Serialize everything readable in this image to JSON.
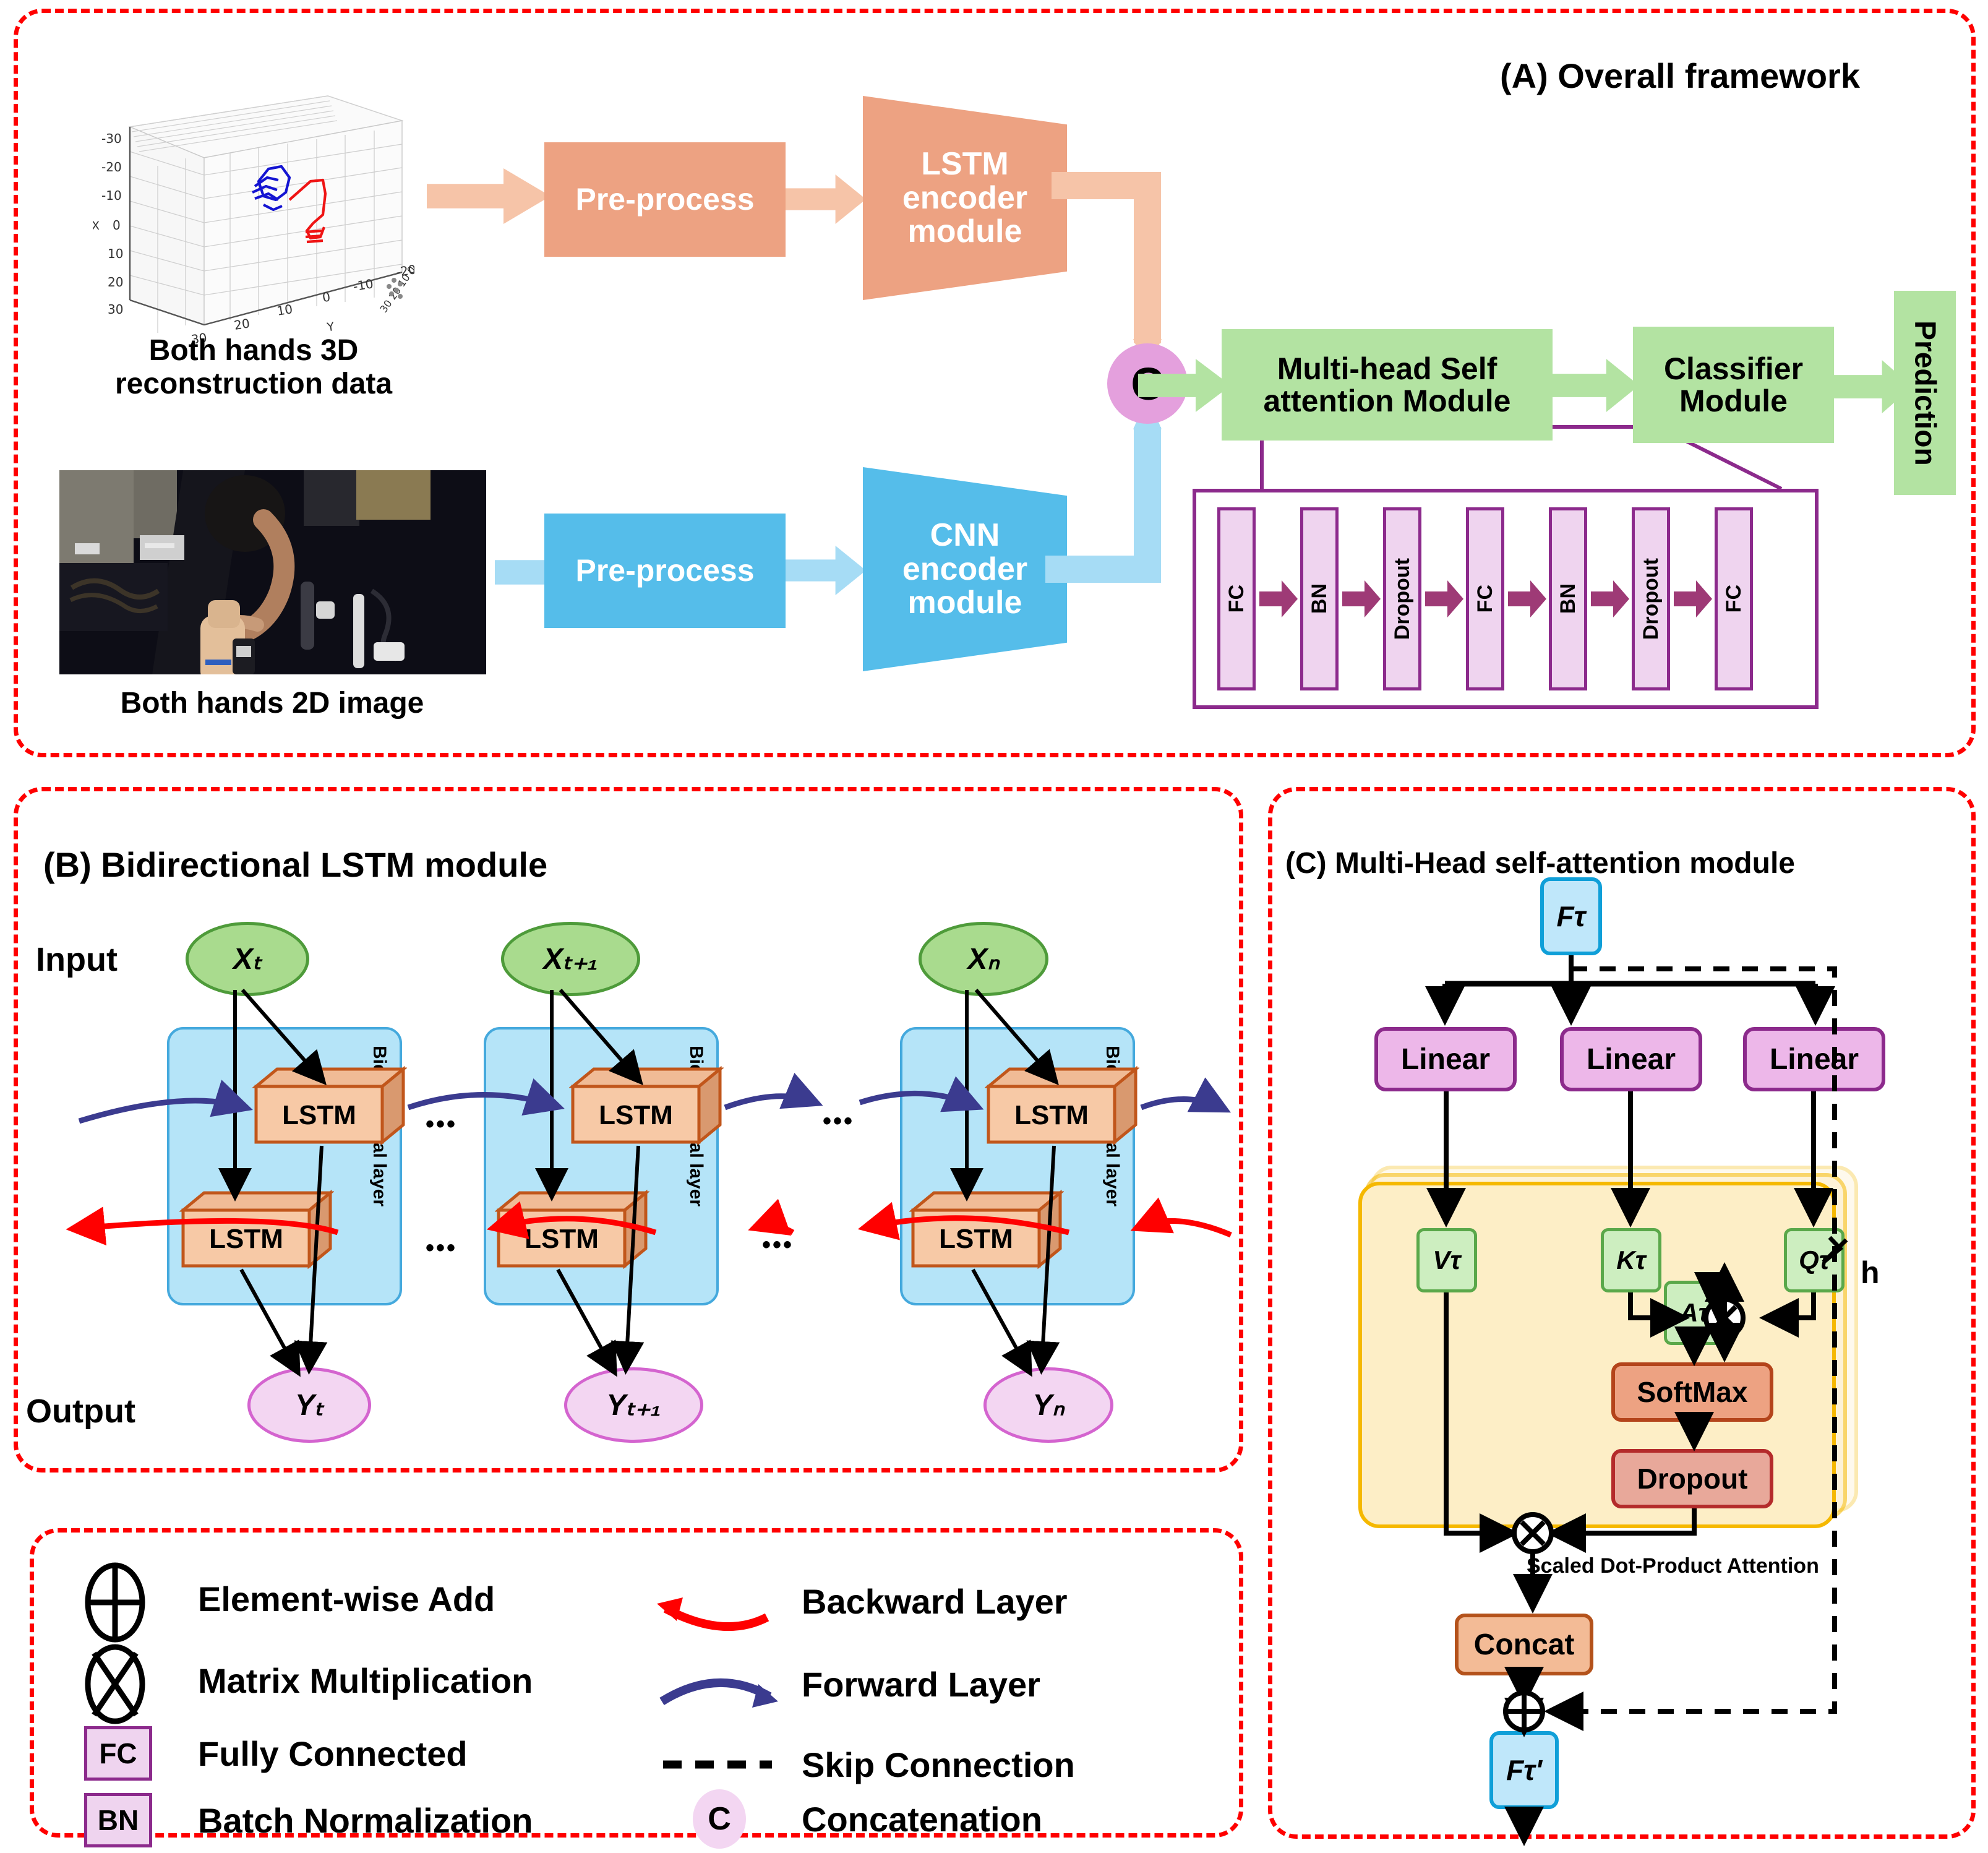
{
  "panels": {
    "a": {
      "title": "(A) Overall framework"
    },
    "b": {
      "title": "(B) Bidirectional LSTM module"
    },
    "c": {
      "title": "(C) Multi-Head self-attention module"
    },
    "legend": {
      "title": ""
    }
  },
  "panel_a": {
    "input_top_caption": "Both hands 3D\nreconstruction data",
    "input_bottom_caption": "Both hands 2D image",
    "preprocess_top": "Pre-process",
    "preprocess_bottom": "Pre-process",
    "lstm_encoder": "LSTM\nencoder\nmodule",
    "cnn_encoder": "CNN\nencoder\nmodule",
    "concat_symbol": "C",
    "attention_module": "Multi-head Self\nattention Module",
    "classifier_module": "Classifier\nModule",
    "prediction": "Prediction",
    "classifier_stack": [
      "FC",
      "BN",
      "Dropout",
      "FC",
      "BN",
      "Dropout",
      "FC"
    ],
    "plot_3d": {
      "x_axis_label": "X",
      "y_axis_label": "Y",
      "x_ticks": [
        "-30",
        "-20",
        "-10",
        "0",
        "10",
        "20",
        "30"
      ],
      "y_ticks": [
        "30",
        "20",
        "10",
        "0",
        "-10",
        "-20",
        "-30"
      ],
      "z_ticks": [
        "30",
        "20",
        "10",
        "0",
        "-10",
        "-20",
        "-30"
      ],
      "left_hand_color": "#1414d2",
      "right_hand_color": "#ef1414"
    }
  },
  "panel_b": {
    "input_label": "Input",
    "output_label": "Output",
    "bidirectional_label": "Bidirectional layer",
    "cell_label": "LSTM",
    "ellipsis": "•••",
    "steps": [
      {
        "input": "Xₜ",
        "output": "Yₜ"
      },
      {
        "input": "Xₜ₊₁",
        "output": "Yₜ₊₁"
      },
      {
        "input": "Xₙ",
        "output": "Yₙ"
      }
    ]
  },
  "panel_c": {
    "input_node": "Fτ",
    "output_node": "Fτ'",
    "linear": [
      "Linear",
      "Linear",
      "Linear"
    ],
    "v": "Vτ",
    "k": "Kτ",
    "q": "Qτ",
    "a": "Aτ",
    "softmax": "SoftMax",
    "dropout": "Dropout",
    "concat": "Concat",
    "heads_label": "h",
    "sdpa_label": "Scaled Dot-Product Attention"
  },
  "legend": {
    "left_column": [
      {
        "icon": "circle-plus-icon",
        "label": "Element-wise Add"
      },
      {
        "icon": "circle-times-icon",
        "label": "Matrix Multiplication"
      },
      {
        "icon": "fc-chip-icon",
        "chip": "FC",
        "label": "Fully Connected"
      },
      {
        "icon": "bn-chip-icon",
        "chip": "BN",
        "label": "Batch Normalization"
      }
    ],
    "right_column": [
      {
        "icon": "red-curved-arrow-left-icon",
        "label": "Backward Layer"
      },
      {
        "icon": "blue-curved-arrow-right-icon",
        "label": "Forward Layer"
      },
      {
        "icon": "dashed-line-icon",
        "label": "Skip Connection"
      },
      {
        "icon": "concat-circle-icon",
        "chip": "C",
        "label": "Concatenation"
      }
    ]
  },
  "colors": {
    "panel_border": "#ff0000",
    "orange": "#eda282",
    "orange_light": "#f6c4a8",
    "blue": "#55bdea",
    "blue_light": "#a6dcf5",
    "green": "#b3e3a2",
    "purple": "#8c2a8c",
    "purple_light": "#efd4ef",
    "pink_circle": "#e4a0dd",
    "yellow_card": "#fdeec6",
    "yellow_border": "#f5b800",
    "forward_arrow": "#3b3b8f",
    "backward_arrow": "#ff0000"
  }
}
